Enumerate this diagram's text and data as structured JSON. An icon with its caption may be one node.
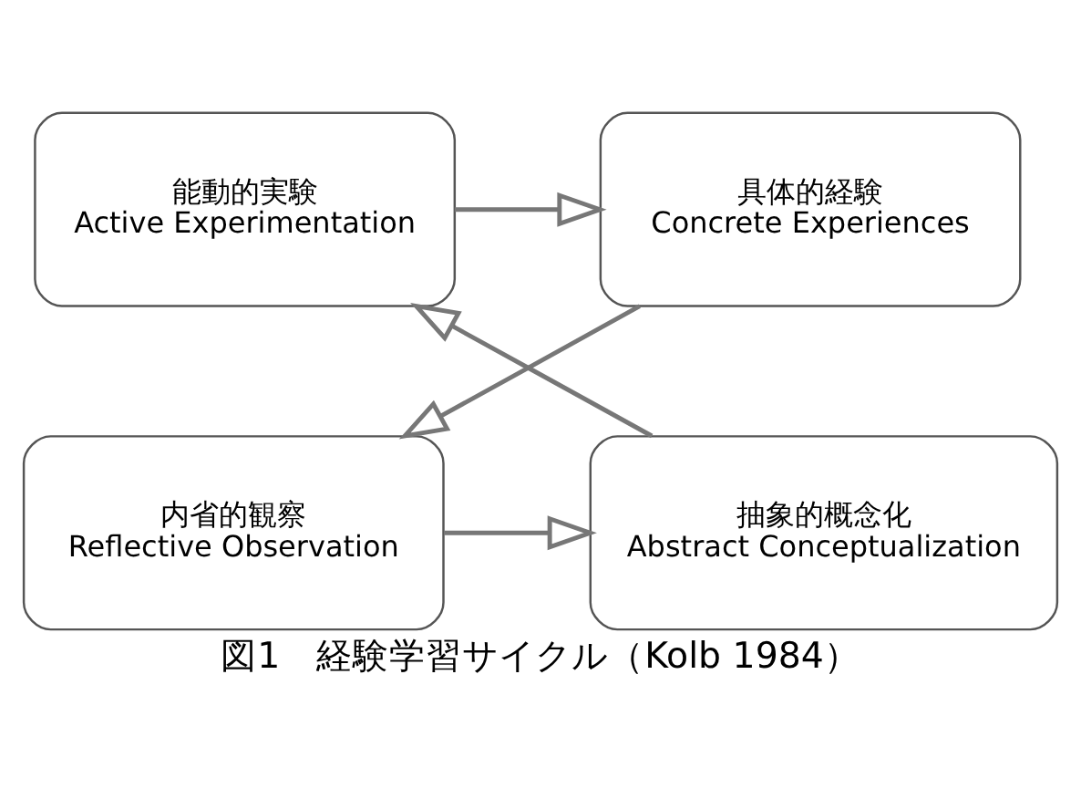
{
  "diagram": {
    "caption": "図1　経験学習サイクル（Kolb 1984）",
    "nodes": [
      {
        "text": [
          "能動的実験",
          "Active Experimentation"
        ]
      },
      {
        "text": [
          "具体的経験",
          "Concrete Experiences"
        ]
      },
      {
        "text": [
          "内省的観察",
          "Reflective Observation"
        ]
      },
      {
        "text": [
          "抽象的概念化",
          "Abstract Conceptualization"
        ]
      }
    ],
    "edges": [
      {
        "from": 0,
        "to": 1,
        "arrow": "to"
      },
      {
        "from": 1,
        "to": 2,
        "arrow": "to"
      },
      {
        "from": 2,
        "to": 3,
        "arrow": "to"
      },
      {
        "from": 3,
        "to": 0,
        "arrow": "to"
      }
    ]
  }
}
